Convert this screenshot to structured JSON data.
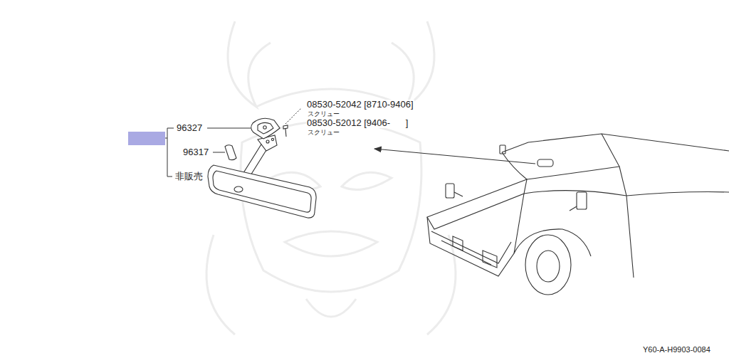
{
  "diagram": {
    "labels": [
      "08530-52042 [8710-9406]",
      "スクリュー",
      "08530-52012 [9406-      ]",
      "スクリュー",
      "96327",
      "96317",
      "非販売",
      "Y60-A-H9903-0084"
    ]
  }
}
